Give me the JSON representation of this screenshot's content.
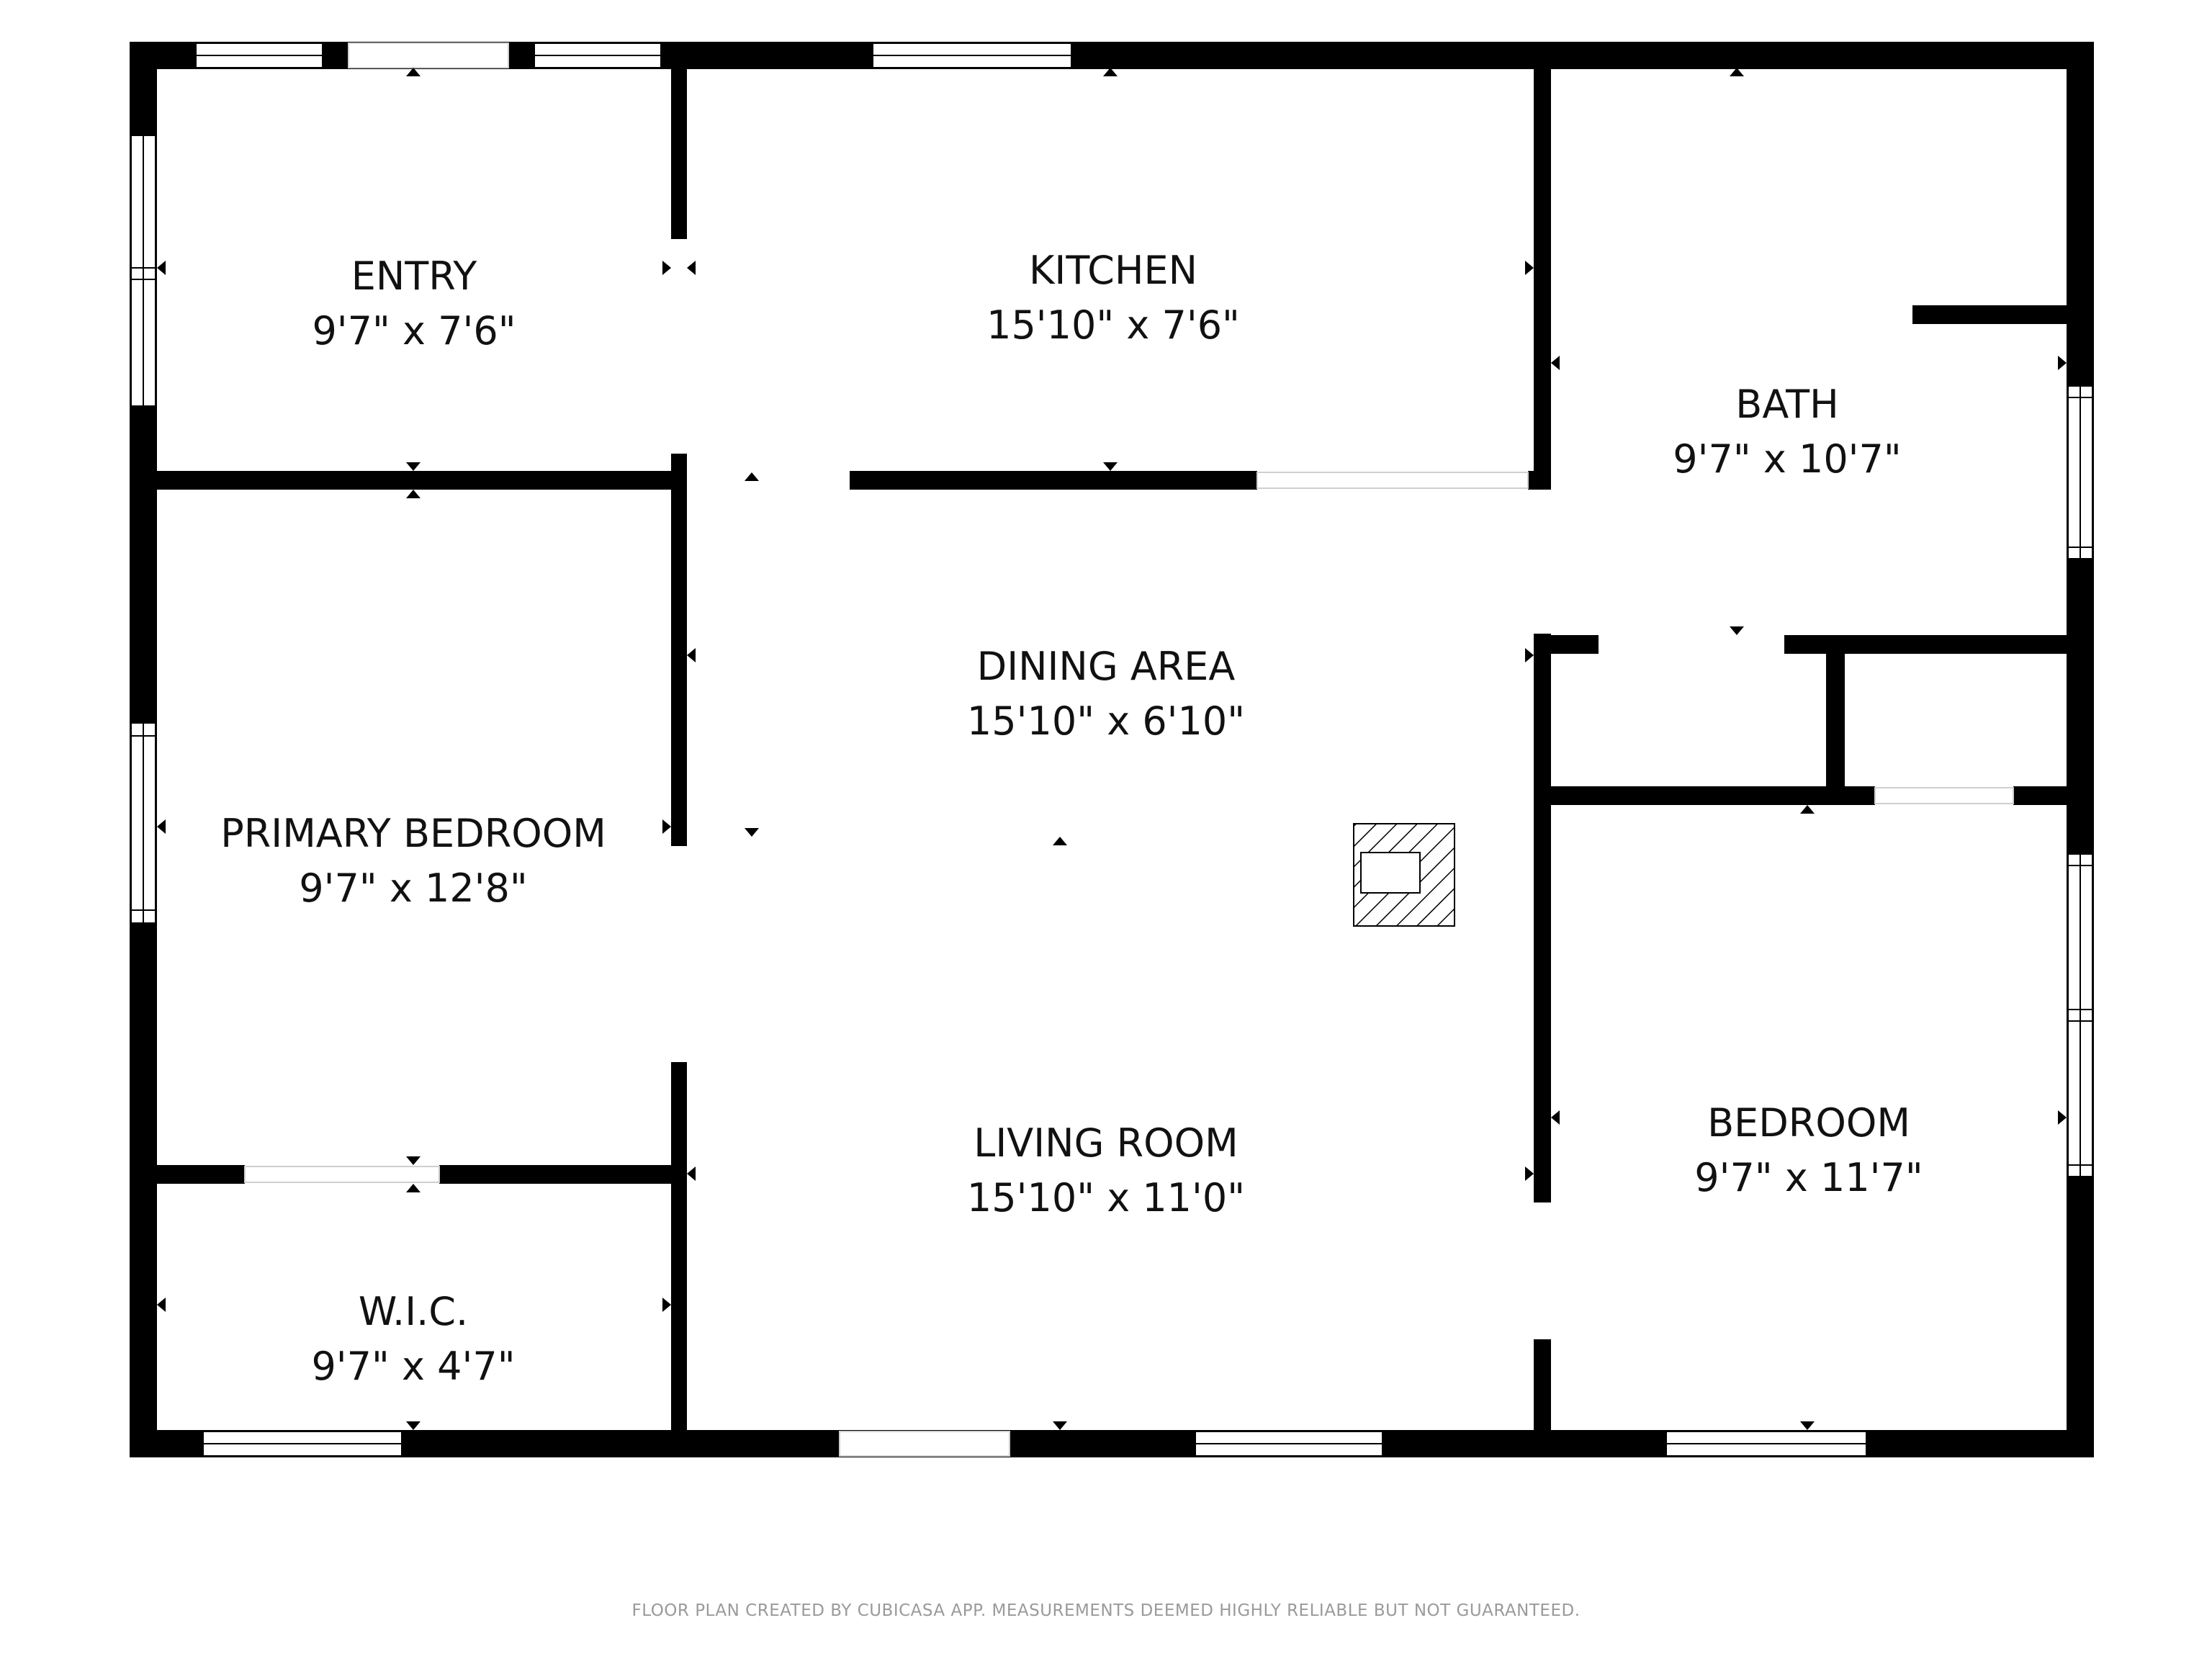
{
  "rooms": {
    "entry": {
      "name": "ENTRY",
      "dims": "9'7\" x 7'6\""
    },
    "kitchen": {
      "name": "KITCHEN",
      "dims": "15'10\" x 7'6\""
    },
    "bath": {
      "name": "BATH",
      "dims": "9'7\" x 10'7\""
    },
    "primary_bedroom": {
      "name": "PRIMARY BEDROOM",
      "dims": "9'7\" x 12'8\""
    },
    "dining_area": {
      "name": "DINING AREA",
      "dims": "15'10\" x 6'10\""
    },
    "living_room": {
      "name": "LIVING ROOM",
      "dims": "15'10\" x 11'0\""
    },
    "wic": {
      "name": "W.I.C.",
      "dims": "9'7\" x 4'7\""
    },
    "bedroom": {
      "name": "BEDROOM",
      "dims": "9'7\" x 11'7\""
    }
  },
  "footer": {
    "disclaimer": "FLOOR PLAN CREATED BY CUBICASA APP. MEASUREMENTS DEEMED HIGHLY RELIABLE BUT NOT GUARANTEED."
  },
  "colors": {
    "wall": "#000000",
    "background": "#ffffff",
    "footer_text": "#9a9a9a"
  }
}
